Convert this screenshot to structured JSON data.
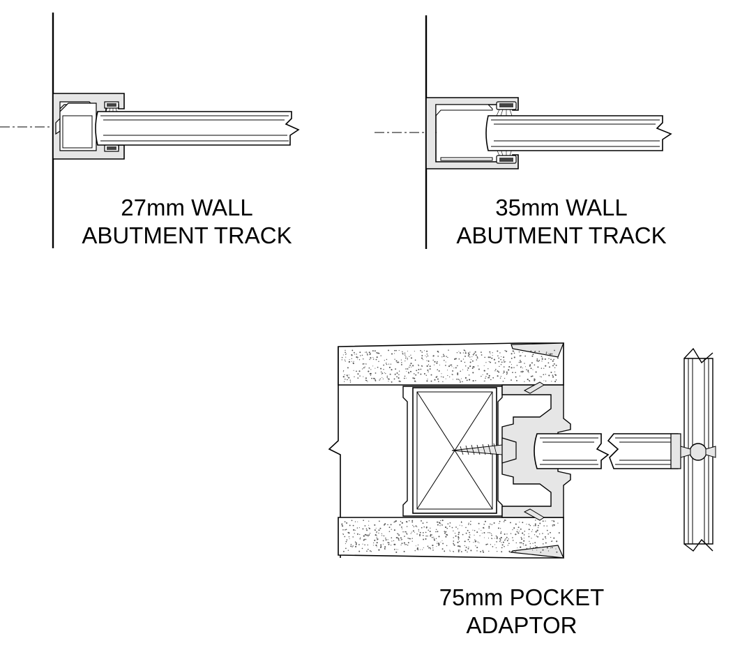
{
  "details": [
    {
      "id": "wall-abutment-27",
      "caption": [
        "27mm WALL",
        "ABUTMENT TRACK"
      ]
    },
    {
      "id": "wall-abutment-35",
      "caption": [
        "35mm WALL",
        "ABUTMENT TRACK"
      ]
    },
    {
      "id": "pocket-adaptor-75",
      "caption": [
        "75mm POCKET",
        "ADAPTOR"
      ]
    }
  ],
  "colors": {
    "line": "#000000",
    "profile_fill": "#e6e6e6",
    "glass_fill": "#ffffff",
    "insulation_speckle": "#555555"
  }
}
